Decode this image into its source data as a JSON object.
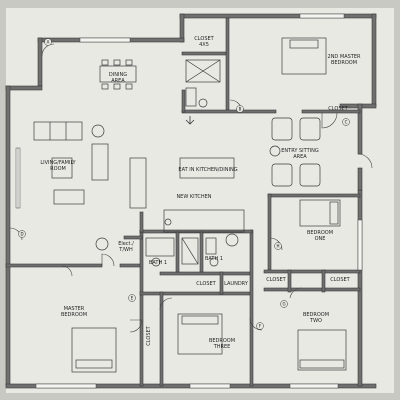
{
  "rooms": {
    "closet_4x5": [
      "CLOSET",
      "4X5"
    ],
    "second_master": [
      "2ND MASTER",
      "BEDROOM"
    ],
    "dining": [
      "DINING",
      "AREA"
    ],
    "closet_upper": [
      "CLOSET"
    ],
    "living": [
      "LIVING/FAMILY",
      "ROOM"
    ],
    "entry": [
      "ENTRY SITTING",
      "AREA"
    ],
    "kitchen": [
      "EAT IN KITCHEN/DINING"
    ],
    "new_kitchen": [
      "NEW KITCHEN"
    ],
    "bedroom_one": [
      "BEDROOM",
      "ONE"
    ],
    "elect": [
      "Elect./",
      "T/WH"
    ],
    "bath1": [
      "BATH 1"
    ],
    "bath2": [
      "BATH 1"
    ],
    "closet_left": [
      "CLOSET"
    ],
    "closet_mid": [
      "CLOSET"
    ],
    "closet_right": [
      "CLOSET"
    ],
    "laundry": [
      "LAUNDRY"
    ],
    "master": [
      "MASTER",
      "BEDROOM"
    ],
    "closet_vert": [
      "CLOSET"
    ],
    "bedroom_three": [
      "BEDROOM",
      "THREE"
    ],
    "bedroom_two": [
      "BEDROOM",
      "TWO"
    ]
  },
  "tags": [
    "A",
    "B",
    "C",
    "D",
    "E",
    "F",
    "G",
    "H"
  ]
}
